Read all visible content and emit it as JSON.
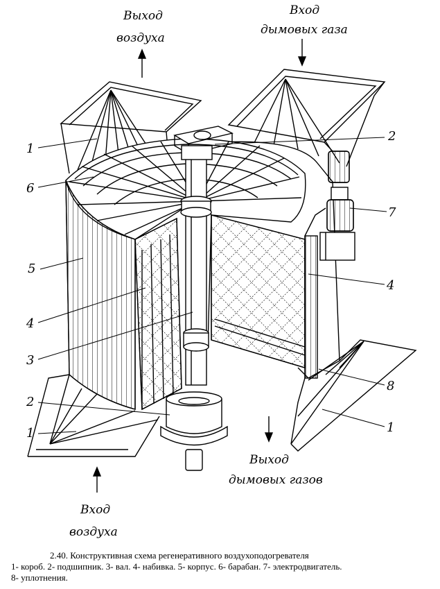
{
  "labels": {
    "air_out": [
      "Выход",
      "воздуха"
    ],
    "gas_in": [
      "Вход",
      "дымовых газа"
    ],
    "gas_out": [
      "Выход",
      "дымовых газов"
    ],
    "air_in": [
      "Вход",
      "воздуха"
    ]
  },
  "callouts": {
    "n1_upper_left": "1",
    "n6": "6",
    "n5": "5",
    "n4_left": "4",
    "n3": "3",
    "n2_lower": "2",
    "n1_lower_left": "1",
    "n2_upper": "2",
    "n7": "7",
    "n4_right": "4",
    "n8": "8",
    "n1_lower_right": "1"
  },
  "caption": {
    "title": "2.40.  Конструктивная схема регенеративного воздухоподогревателя",
    "legend_line1": "1- короб.  2- подшипник.  3- вал.  4- набивка.  5- корпус.  6- барабан.  7- электродвигатель.",
    "legend_line2": "8- уплотнения."
  }
}
